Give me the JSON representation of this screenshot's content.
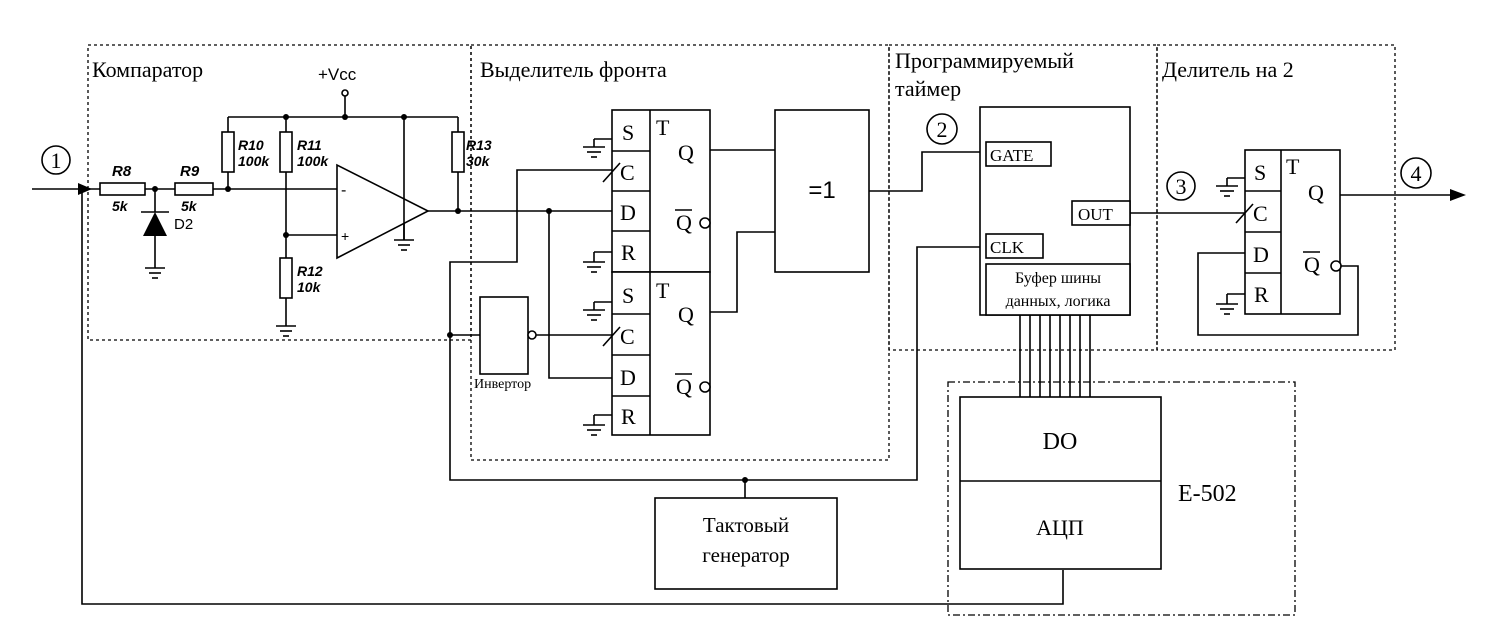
{
  "sections": {
    "comparator": "Компаратор",
    "edge_detector": "Выделитель фронта",
    "timer_line1": "Программируемый",
    "timer_line2": "таймер",
    "divider": "Делитель на 2"
  },
  "nodes": [
    "1",
    "2",
    "3",
    "4"
  ],
  "supply": "+Vcc",
  "resistors": [
    {
      "name": "R8",
      "value": "5k"
    },
    {
      "name": "R9",
      "value": "5k"
    },
    {
      "name": "R10",
      "value": "100k"
    },
    {
      "name": "R11",
      "value": "100k"
    },
    {
      "name": "R12",
      "value": "10k"
    },
    {
      "name": "R13",
      "value": "30k"
    }
  ],
  "diode": "D2",
  "opamp": {
    "minus": "-",
    "plus": "+"
  },
  "flipflop_pins": {
    "s": "S",
    "c": "C",
    "d": "D",
    "r": "R",
    "t": "T",
    "q": "Q",
    "qbar": "Q"
  },
  "xor_label": "=1",
  "inverter_label": "Инвертор",
  "timer": {
    "gate": "GATE",
    "out": "OUT",
    "clk": "CLK",
    "buffer_line1": "Буфер шины",
    "buffer_line2": "данных, логика"
  },
  "clock_gen": {
    "line1": "Тактовый",
    "line2": "генератор"
  },
  "e502": {
    "label": "E-502",
    "do": "DO",
    "adc": "АЦП"
  }
}
